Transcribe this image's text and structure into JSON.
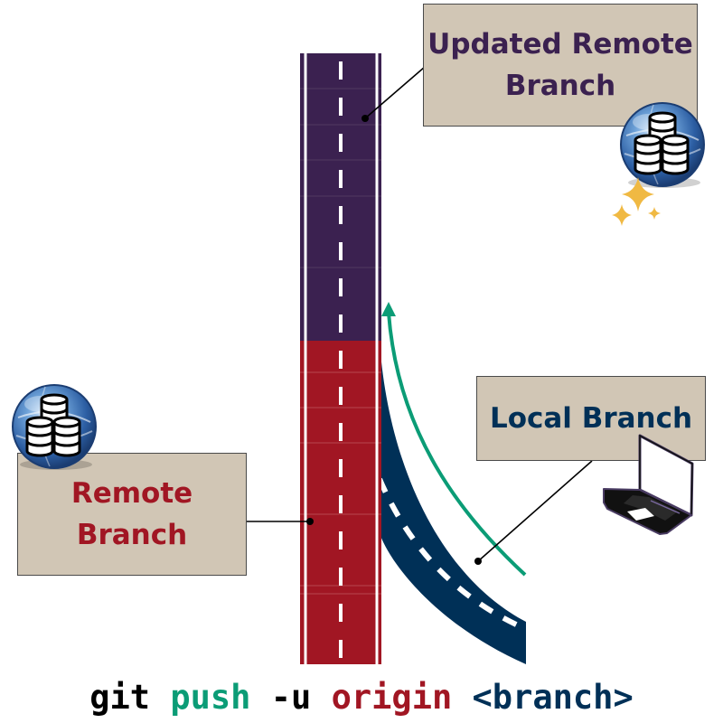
{
  "labels": {
    "updated_remote": {
      "line1": "Updated Remote",
      "line2": "Branch"
    },
    "local": {
      "line1": "Local Branch"
    },
    "remote": {
      "line1": "Remote",
      "line2": "Branch"
    }
  },
  "command": {
    "parts": [
      {
        "text": "git",
        "role": "git"
      },
      {
        "text": " ",
        "role": "space"
      },
      {
        "text": "push",
        "role": "push"
      },
      {
        "text": " ",
        "role": "space"
      },
      {
        "text": "-u",
        "role": "flag"
      },
      {
        "text": " ",
        "role": "space"
      },
      {
        "text": "origin",
        "role": "origin"
      },
      {
        "text": " ",
        "role": "space"
      },
      {
        "text": "<branch>",
        "role": "branch"
      }
    ]
  },
  "colors": {
    "updated_remote": "#3b2150",
    "remote": "#a11623",
    "local": "#003057",
    "push_arrow": "#0b9c76",
    "label_bg": "#d1c6b5",
    "sparkle": "#f0b943",
    "git": "#000000",
    "flag": "#000000"
  },
  "icons": {
    "remote_server": "globe-database-icon",
    "updated_remote_server": "globe-database-icon",
    "local_machine": "laptop-icon",
    "sparkle": "sparkle-icon"
  }
}
